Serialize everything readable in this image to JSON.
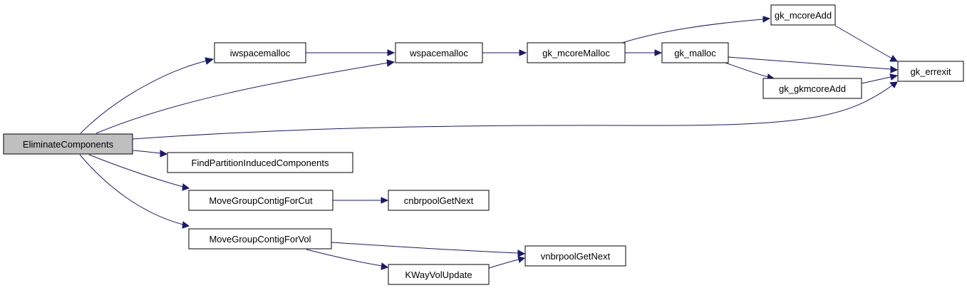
{
  "graph": {
    "root": "EliminateComponents",
    "colors": {
      "edge": "#191970",
      "node_fill": "#ffffff",
      "root_fill": "#bfbfbf",
      "node_border": "#000000"
    },
    "nodes": [
      {
        "id": "n0",
        "label": "EliminateComponents",
        "root": true
      },
      {
        "id": "n1",
        "label": "iwspacemalloc"
      },
      {
        "id": "n2",
        "label": "wspacemalloc"
      },
      {
        "id": "n3",
        "label": "gk_mcoreMalloc"
      },
      {
        "id": "n4",
        "label": "gk_malloc"
      },
      {
        "id": "n5",
        "label": "gk_mcoreAdd"
      },
      {
        "id": "n6",
        "label": "gk_gkmcoreAdd"
      },
      {
        "id": "n7",
        "label": "gk_errexit"
      },
      {
        "id": "n8",
        "label": "FindPartitionInducedComponents"
      },
      {
        "id": "n9",
        "label": "MoveGroupContigForCut"
      },
      {
        "id": "n10",
        "label": "cnbrpoolGetNext"
      },
      {
        "id": "n11",
        "label": "MoveGroupContigForVol"
      },
      {
        "id": "n12",
        "label": "vnbrpoolGetNext"
      },
      {
        "id": "n13",
        "label": "KWayVolUpdate"
      }
    ],
    "edges": [
      {
        "from": "EliminateComponents",
        "to": "iwspacemalloc"
      },
      {
        "from": "EliminateComponents",
        "to": "wspacemalloc"
      },
      {
        "from": "EliminateComponents",
        "to": "gk_errexit"
      },
      {
        "from": "EliminateComponents",
        "to": "FindPartitionInducedComponents"
      },
      {
        "from": "EliminateComponents",
        "to": "MoveGroupContigForCut"
      },
      {
        "from": "EliminateComponents",
        "to": "MoveGroupContigForVol"
      },
      {
        "from": "iwspacemalloc",
        "to": "wspacemalloc"
      },
      {
        "from": "wspacemalloc",
        "to": "gk_mcoreMalloc"
      },
      {
        "from": "gk_mcoreMalloc",
        "to": "gk_mcoreAdd"
      },
      {
        "from": "gk_mcoreMalloc",
        "to": "gk_malloc"
      },
      {
        "from": "gk_malloc",
        "to": "gk_errexit"
      },
      {
        "from": "gk_malloc",
        "to": "gk_gkmcoreAdd"
      },
      {
        "from": "gk_mcoreAdd",
        "to": "gk_errexit"
      },
      {
        "from": "gk_gkmcoreAdd",
        "to": "gk_errexit"
      },
      {
        "from": "MoveGroupContigForCut",
        "to": "cnbrpoolGetNext"
      },
      {
        "from": "MoveGroupContigForVol",
        "to": "vnbrpoolGetNext"
      },
      {
        "from": "MoveGroupContigForVol",
        "to": "KWayVolUpdate"
      },
      {
        "from": "KWayVolUpdate",
        "to": "vnbrpoolGetNext"
      }
    ]
  }
}
